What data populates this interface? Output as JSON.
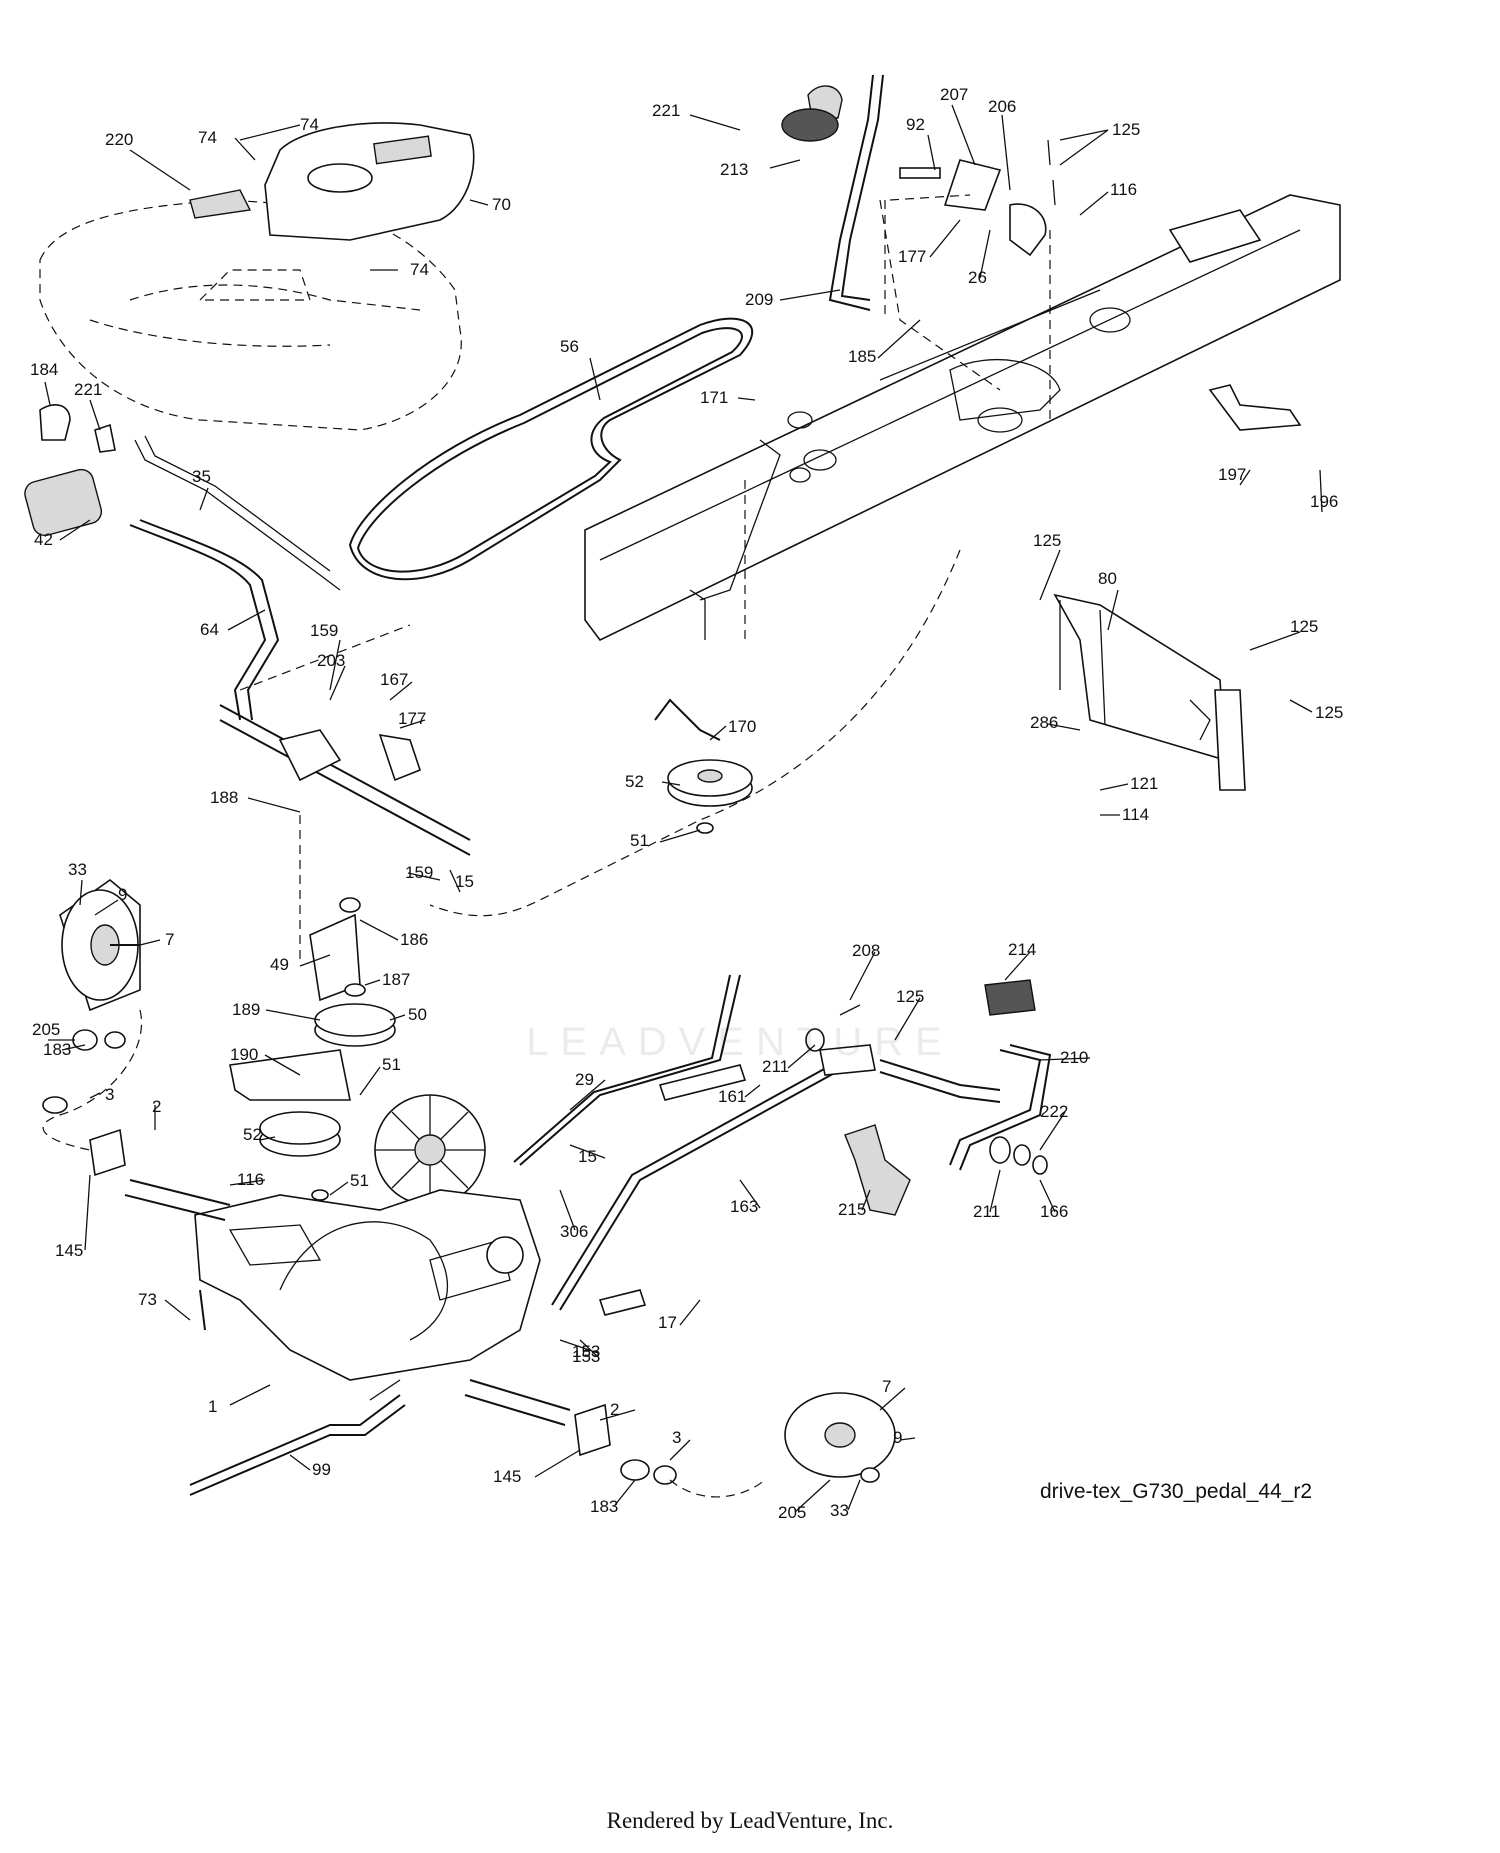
{
  "diagram": {
    "diagram_id": "drive-tex_G730_pedal_44_r2",
    "footer_text": "Rendered by LeadVenture, Inc.",
    "watermark_text": "LEADVENTURE",
    "part_labels": [
      "220",
      "74",
      "74",
      "74",
      "70",
      "221",
      "213",
      "92",
      "207",
      "206",
      "125",
      "116",
      "177",
      "26",
      "209",
      "185",
      "56",
      "171",
      "184",
      "221",
      "35",
      "42",
      "64",
      "159",
      "203",
      "167",
      "177",
      "188",
      "197",
      "196",
      "125",
      "80",
      "125",
      "125",
      "286",
      "121",
      "114",
      "170",
      "52",
      "51",
      "33",
      "9",
      "7",
      "205",
      "183",
      "3",
      "159",
      "15",
      "186",
      "49",
      "187",
      "189",
      "50",
      "51",
      "190",
      "2",
      "52",
      "51",
      "116",
      "145",
      "73",
      "1",
      "99",
      "145",
      "183",
      "3",
      "2",
      "29",
      "15",
      "306",
      "153",
      "208",
      "125",
      "214",
      "211",
      "161",
      "210",
      "222",
      "215",
      "211",
      "166",
      "163",
      "17",
      "153",
      "7",
      "9",
      "205",
      "33"
    ]
  }
}
